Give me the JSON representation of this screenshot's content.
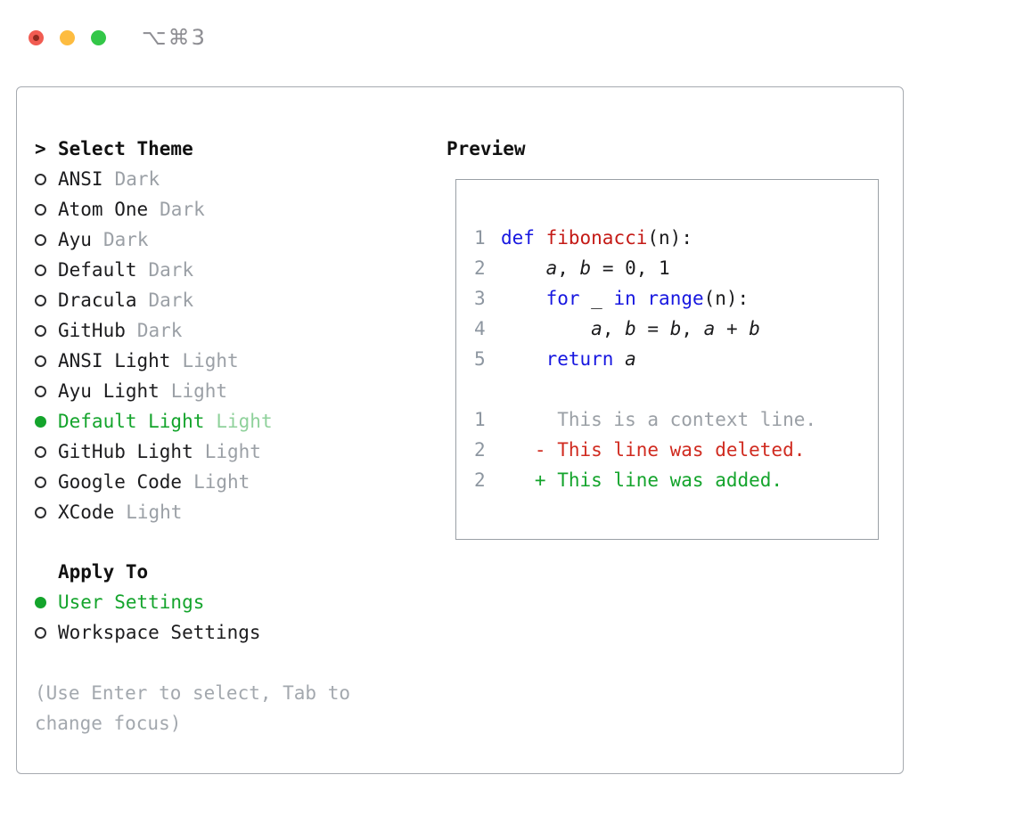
{
  "window": {
    "shortcut": "⌥⌘3"
  },
  "colors": {
    "accent_green": "#14a42c",
    "keyword_blue": "#1717e0",
    "function_red": "#c41a16",
    "deleted_red": "#d02b20",
    "added_green": "#14a42c",
    "muted_gray": "#9ba0a6"
  },
  "theme_selector": {
    "cursor": ">",
    "title": "Select Theme",
    "items": [
      {
        "name": "ANSI",
        "tag": "Dark",
        "selected": false
      },
      {
        "name": "Atom One",
        "tag": "Dark",
        "selected": false
      },
      {
        "name": "Ayu",
        "tag": "Dark",
        "selected": false
      },
      {
        "name": "Default",
        "tag": "Dark",
        "selected": false
      },
      {
        "name": "Dracula",
        "tag": "Dark",
        "selected": false
      },
      {
        "name": "GitHub",
        "tag": "Dark",
        "selected": false
      },
      {
        "name": "ANSI Light",
        "tag": "Light",
        "selected": false
      },
      {
        "name": "Ayu Light",
        "tag": "Light",
        "selected": false
      },
      {
        "name": "Default Light",
        "tag": "Light",
        "selected": true
      },
      {
        "name": "GitHub Light",
        "tag": "Light",
        "selected": false
      },
      {
        "name": "Google Code",
        "tag": "Light",
        "selected": false
      },
      {
        "name": "XCode",
        "tag": "Light",
        "selected": false
      }
    ]
  },
  "apply_to": {
    "title": "Apply To",
    "options": [
      {
        "label": "User Settings",
        "selected": true
      },
      {
        "label": "Workspace Settings",
        "selected": false
      }
    ]
  },
  "hint": "(Use Enter to select, Tab to change focus)",
  "preview": {
    "title": "Preview",
    "code_lines": [
      {
        "num": "1",
        "tokens": [
          [
            "kw",
            "def"
          ],
          [
            "pl",
            " "
          ],
          [
            "fn",
            "fibonacci"
          ],
          [
            "pl",
            "(n):"
          ]
        ]
      },
      {
        "num": "2",
        "tokens": [
          [
            "pl",
            "    "
          ],
          [
            "var",
            "a"
          ],
          [
            "pl",
            ", "
          ],
          [
            "var",
            "b"
          ],
          [
            "pl",
            " = 0, 1"
          ]
        ]
      },
      {
        "num": "3",
        "tokens": [
          [
            "pl",
            "    "
          ],
          [
            "kw",
            "for"
          ],
          [
            "pl",
            " _ "
          ],
          [
            "kw",
            "in"
          ],
          [
            "pl",
            " "
          ],
          [
            "kw",
            "range"
          ],
          [
            "pl",
            "(n):"
          ]
        ]
      },
      {
        "num": "4",
        "tokens": [
          [
            "pl",
            "        "
          ],
          [
            "var",
            "a"
          ],
          [
            "pl",
            ", "
          ],
          [
            "var",
            "b"
          ],
          [
            "pl",
            " = "
          ],
          [
            "var",
            "b"
          ],
          [
            "pl",
            ", "
          ],
          [
            "var",
            "a"
          ],
          [
            "pl",
            " + "
          ],
          [
            "var",
            "b"
          ]
        ]
      },
      {
        "num": "5",
        "tokens": [
          [
            "pl",
            "    "
          ],
          [
            "kw",
            "return"
          ],
          [
            "pl",
            " "
          ],
          [
            "var",
            "a"
          ]
        ]
      }
    ],
    "diff_lines": [
      {
        "num": "1",
        "kind": "ctx",
        "text": "     This is a context line."
      },
      {
        "num": "2",
        "kind": "del",
        "text": "   - This line was deleted."
      },
      {
        "num": "2",
        "kind": "add",
        "text": "   + This line was added."
      }
    ]
  }
}
